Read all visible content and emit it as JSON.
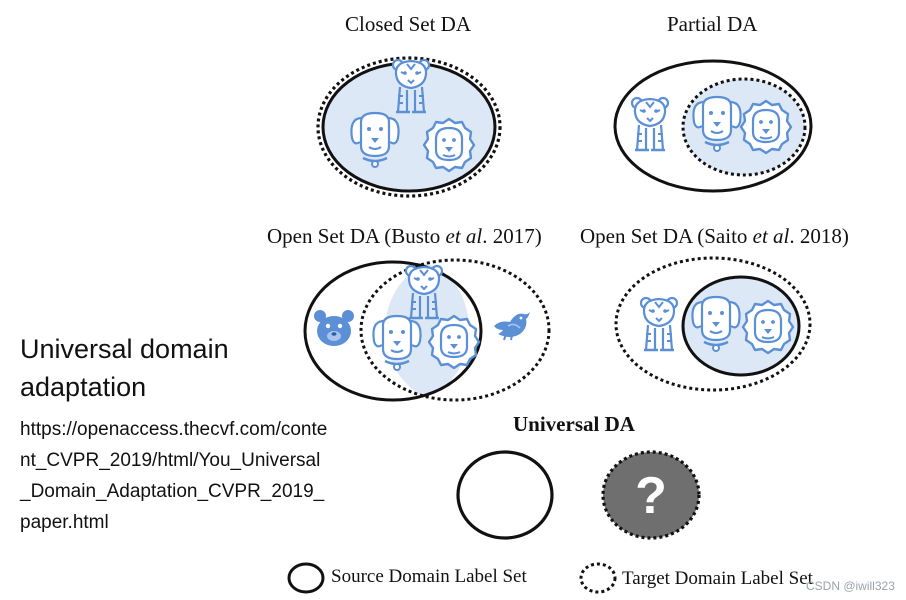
{
  "panels": {
    "closed_set": {
      "title": "Closed Set DA"
    },
    "partial": {
      "title": "Partial DA"
    },
    "open_set_busto": {
      "title_pre": "Open Set DA (Busto ",
      "title_em": "et al",
      "title_post": ". 2017)"
    },
    "open_set_saito": {
      "title_pre": "Open Set DA (Saito ",
      "title_em": "et al",
      "title_post": ". 2018)"
    },
    "universal": {
      "title": "Universal DA",
      "unknown_symbol": "?"
    }
  },
  "side_text": {
    "title_line1": "Universal domain",
    "title_line2": "adaptation",
    "url": "https://openaccess.thecvf.com/content_CVPR_2019/html/You_Universal_Domain_Adaptation_CVPR_2019_paper.html"
  },
  "legend": {
    "source_label": "Source Domain Label Set",
    "target_label": "Target Domain Label Set"
  },
  "watermark": "CSDN @iwill323",
  "colors": {
    "fill_blue": "#dde8f6",
    "icon_blue": "#5b8fd6",
    "question_gray": "#6f6f6f"
  },
  "icons": [
    "tiger-icon",
    "dog-icon",
    "lion-icon",
    "bear-icon",
    "bird-icon",
    "question-mark-icon"
  ]
}
